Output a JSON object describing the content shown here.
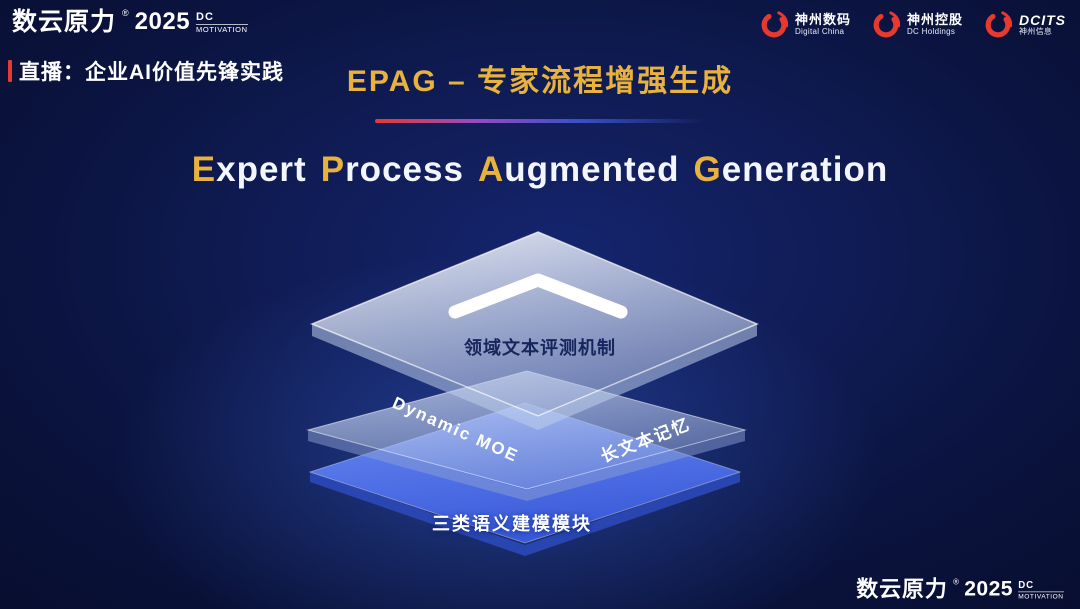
{
  "brand": {
    "name": "数云原力",
    "reg": "®",
    "year": "2025",
    "tag_line1": "DC",
    "tag_line2": "MOTIVATION"
  },
  "header": {
    "live_label": "直播：企业AI价值先锋实践",
    "title": "EPAG – 专家流程增强生成",
    "subtitle_words": [
      {
        "initial": "E",
        "rest": "xpert"
      },
      {
        "initial": "P",
        "rest": "rocess"
      },
      {
        "initial": "A",
        "rest": "ugmented"
      },
      {
        "initial": "G",
        "rest": "eneration"
      }
    ]
  },
  "partners": [
    {
      "name": "神州数码",
      "sub": "Digital China"
    },
    {
      "name": "神州控股",
      "sub": "DC Holdings"
    },
    {
      "name": "DCITS",
      "sub": "神州信息"
    }
  ],
  "diagram": {
    "top_layer_label": "领域文本评测机制",
    "middle_layer_label_left": "Dynamic  MOE",
    "middle_layer_label_right": "长文本记忆",
    "bottom_layer_label": "三类语义建模模块"
  },
  "colors": {
    "gold": "#E9B23D",
    "red": "#E8392F",
    "layer_blue": "#4F6FE6",
    "navy_text": "#16265C",
    "background": "#0B1440"
  }
}
